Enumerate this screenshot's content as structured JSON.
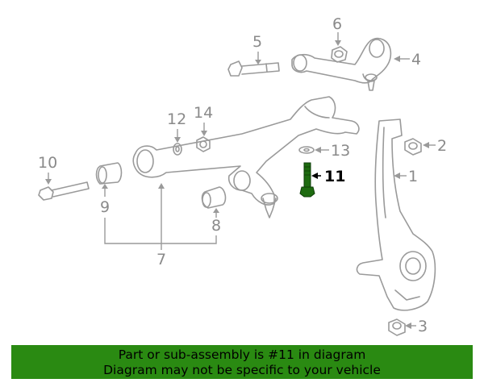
{
  "diagram": {
    "callouts": [
      {
        "id": "1",
        "label": "1"
      },
      {
        "id": "2",
        "label": "2"
      },
      {
        "id": "3",
        "label": "3"
      },
      {
        "id": "4",
        "label": "4"
      },
      {
        "id": "5",
        "label": "5"
      },
      {
        "id": "6",
        "label": "6"
      },
      {
        "id": "7",
        "label": "7"
      },
      {
        "id": "8",
        "label": "8"
      },
      {
        "id": "9",
        "label": "9"
      },
      {
        "id": "10",
        "label": "10"
      },
      {
        "id": "11",
        "label": "11"
      },
      {
        "id": "12",
        "label": "12"
      },
      {
        "id": "13",
        "label": "13"
      },
      {
        "id": "14",
        "label": "14"
      }
    ],
    "highlighted_part": "11",
    "colors": {
      "line": "#9a9a9a",
      "highlight_part": "#1e6b10",
      "banner": "#2a8a12"
    }
  },
  "banner": {
    "line1": "Part or sub-assembly is #11 in diagram",
    "line2": "Diagram may not be specific to your vehicle"
  }
}
